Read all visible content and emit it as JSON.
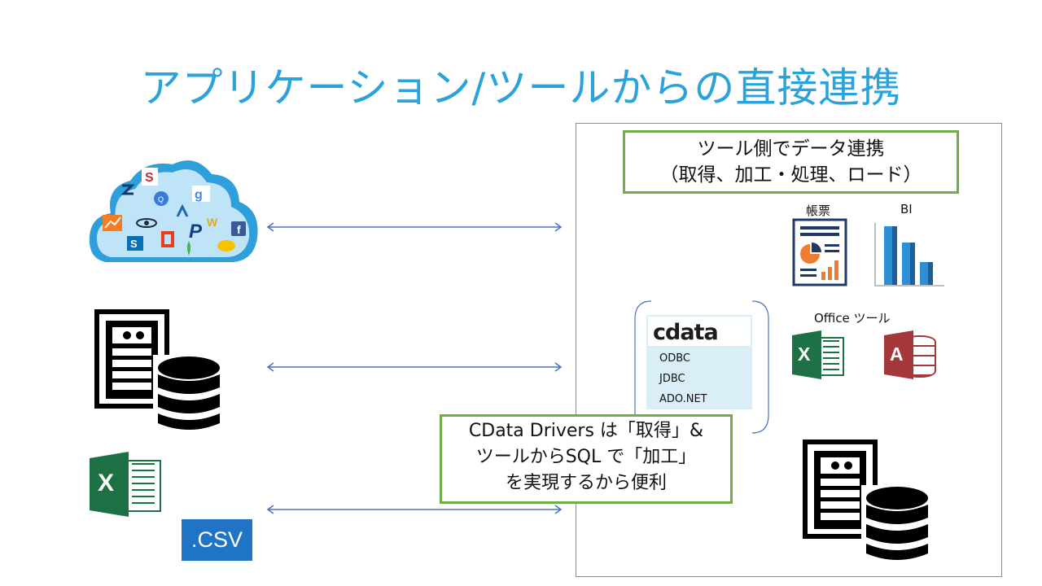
{
  "title": "アプリケーション/ツールからの直接連携",
  "tool_panel": {
    "note_line1": "ツール側でデータ連携",
    "note_line2": "（取得、加工・処理、ロード）",
    "report_label": "帳票",
    "bi_label": "BI",
    "office_label": "Office ツール",
    "excel_letter": "X",
    "access_letter": "A"
  },
  "cdata": {
    "logo": "cdata",
    "drivers": [
      "ODBC",
      "JDBC",
      "ADO.NET"
    ],
    "note_line1": "CData Drivers は「取得」&",
    "note_line2": "ツールからSQL で「加工」",
    "note_line3": "を実現するから便利"
  },
  "sources": {
    "excel_letter": "X",
    "csv_label": ".CSV"
  },
  "colors": {
    "title": "#2aa3dc",
    "note_border": "#70ad47",
    "arrow": "#4a72c4",
    "excel_green": "#1e7145",
    "access_red": "#a4373a",
    "cloud_blue": "#2e9fdb",
    "bi_blue": "#2d8fd5"
  }
}
